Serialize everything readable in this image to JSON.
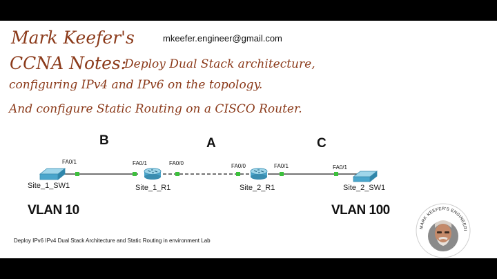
{
  "header": {
    "author": "Mark Keefer's",
    "email": "mkeefer.engineer@gmail.com",
    "title_lead": "CCNA Notes:",
    "title_rest": "Deploy Dual Stack architecture,",
    "line2": "configuring IPv4 and IPv6 on the topology.",
    "line3": "And configure Static Routing on a CISCO Router."
  },
  "topology": {
    "segments": {
      "a": "A",
      "b": "B",
      "c": "C"
    },
    "devices": {
      "site1_sw": "Site_1_SW1",
      "site1_r": "Site_1_R1",
      "site2_r": "Site_2_R1",
      "site2_sw": "Site_2_SW1"
    },
    "ports": {
      "sw1_fa": "FA0/1",
      "r1_fa01": "FA0/1",
      "r1_fa00": "FA0/0",
      "r2_fa00": "FA0/0",
      "r2_fa01": "FA0/1",
      "sw2_fa": "FA0/1"
    },
    "vlans": {
      "left": "VLAN 10",
      "right": "VLAN 100"
    },
    "colors": {
      "switch": "#5fb8d8",
      "router": "#7cc0df",
      "link_up": "#3cc03c",
      "text_accent": "#8b3a1a"
    }
  },
  "caption": "Deploy IPv6 IPv4 Dual Stack Architecture and Static Routing in environment  Lab",
  "badge": {
    "text": "MARK KEEFER'S ENGINEERING NOTE BOOK",
    "icon": "author-portrait"
  }
}
